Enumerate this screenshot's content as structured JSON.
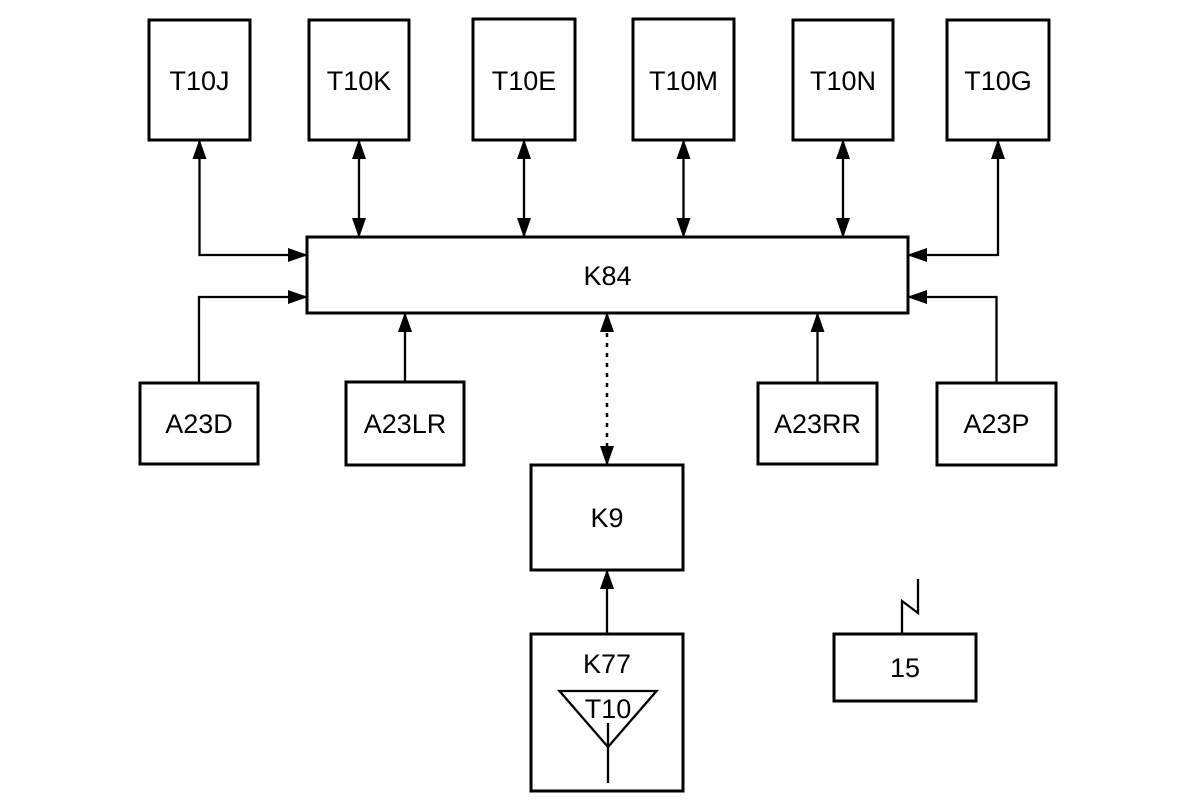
{
  "diagram": {
    "background": "#ffffff",
    "line_color": "#000000",
    "box_fill": "#ffffff",
    "nodes": {
      "t10j": {
        "label": "T10J"
      },
      "t10k": {
        "label": "T10K"
      },
      "t10e": {
        "label": "T10E"
      },
      "t10m": {
        "label": "T10M"
      },
      "t10n": {
        "label": "T10N"
      },
      "t10g": {
        "label": "T10G"
      },
      "k84": {
        "label": "K84"
      },
      "a23d": {
        "label": "A23D"
      },
      "a23lr": {
        "label": "A23LR"
      },
      "a23rr": {
        "label": "A23RR"
      },
      "a23p": {
        "label": "A23P"
      },
      "k9": {
        "label": "K9"
      },
      "k77": {
        "label": "K77"
      },
      "t10_antenna": {
        "label": "T10"
      },
      "terminal_15": {
        "label": "15"
      }
    },
    "edges": [
      {
        "from": "K84",
        "to": "T10J",
        "style": "solid",
        "arrows": "both"
      },
      {
        "from": "K84",
        "to": "T10K",
        "style": "solid",
        "arrows": "both"
      },
      {
        "from": "K84",
        "to": "T10E",
        "style": "solid",
        "arrows": "both"
      },
      {
        "from": "K84",
        "to": "T10M",
        "style": "solid",
        "arrows": "both"
      },
      {
        "from": "K84",
        "to": "T10N",
        "style": "solid",
        "arrows": "both"
      },
      {
        "from": "K84",
        "to": "T10G",
        "style": "solid",
        "arrows": "both"
      },
      {
        "from": "A23D",
        "to": "K84",
        "style": "solid",
        "arrows": "end"
      },
      {
        "from": "A23LR",
        "to": "K84",
        "style": "solid",
        "arrows": "end"
      },
      {
        "from": "A23RR",
        "to": "K84",
        "style": "solid",
        "arrows": "end"
      },
      {
        "from": "A23P",
        "to": "K84",
        "style": "solid",
        "arrows": "end"
      },
      {
        "from": "K84",
        "to": "K9",
        "style": "dashed",
        "arrows": "both"
      },
      {
        "from": "K77",
        "to": "K9",
        "style": "solid",
        "arrows": "end"
      }
    ],
    "symbols": [
      {
        "name": "antenna-triangle",
        "inside": "K77",
        "label": "T10"
      },
      {
        "name": "terminal-15-zigzag",
        "above": "15"
      }
    ]
  }
}
